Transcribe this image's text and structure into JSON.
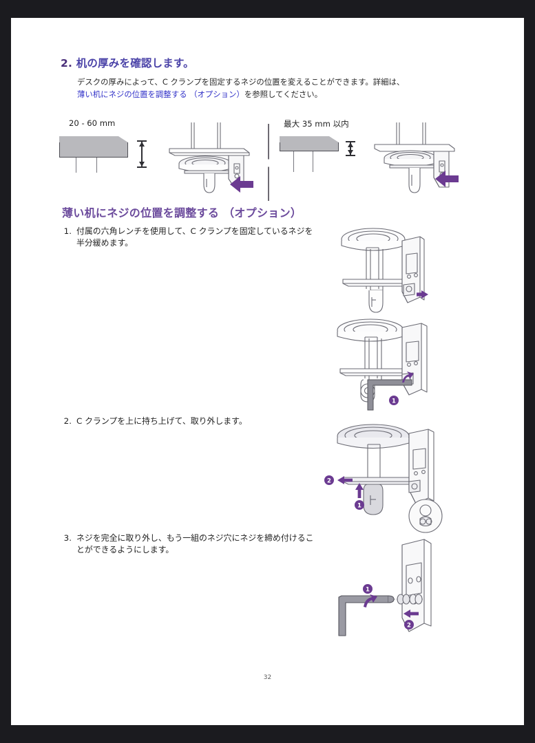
{
  "document": {
    "page_number": "32",
    "language": "ja"
  },
  "colors": {
    "heading_purple": "#5b3a8e",
    "section_purple": "#6b4a9c",
    "link_blue": "#3232c8",
    "arrow_purple": "#6b3b91",
    "body_text": "#2a2a2a",
    "slab_gray": "#b9b9bd",
    "frame_black": "#1b1b1f"
  },
  "step2_block": {
    "number": "2.",
    "title": "机の厚みを確認します。",
    "body_line1": "デスクの厚みによって、C クランプを固定するネジの位置を変えることができます。詳細は、",
    "body_link": "薄い机にネジの位置を調整する （オプション）",
    "body_line2": "を参照してください。"
  },
  "top_figure": {
    "left": {
      "dimension_label": "20 - 60 mm",
      "desk_caption": "",
      "arrow": "left-arrow"
    },
    "right": {
      "dimension_label": "最大 35 mm 以内",
      "desk_caption": "",
      "arrow": "left-arrow"
    }
  },
  "section": {
    "title": "薄い机にネジの位置を調整する （オプション）",
    "steps": [
      {
        "index": "1.",
        "text": "付属の六角レンチを使用して、C クランプを固定しているネジを半分緩めます。",
        "callouts": [
          "1"
        ]
      },
      {
        "index": "2.",
        "text": "C クランプを上に持ち上げて、取り外します。",
        "callouts": [
          "1",
          "2"
        ]
      },
      {
        "index": "3.",
        "text": "ネジを完全に取り外し、もう一組のネジ穴にネジを締め付けることができるようにします。",
        "callouts": [
          "1",
          "2"
        ]
      }
    ]
  }
}
